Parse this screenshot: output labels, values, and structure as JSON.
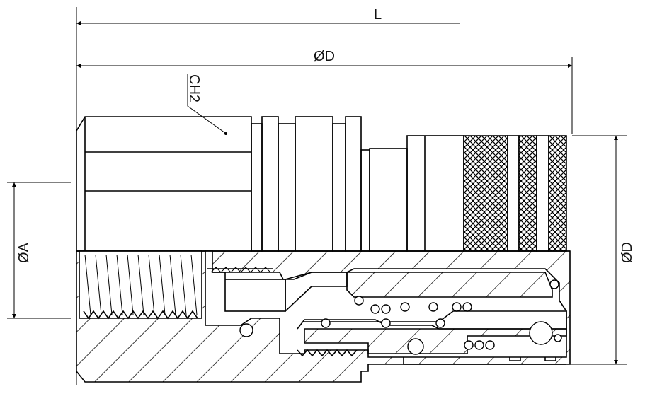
{
  "drawing": {
    "title_dimensions": {
      "length_label": "L",
      "diameter_top_label": "ØD",
      "hex_label": "CH2",
      "bore_diameter_label": "ØA",
      "diameter_right_label": "ØD"
    },
    "colors": {
      "line": "#000000",
      "background": "#ffffff"
    }
  }
}
